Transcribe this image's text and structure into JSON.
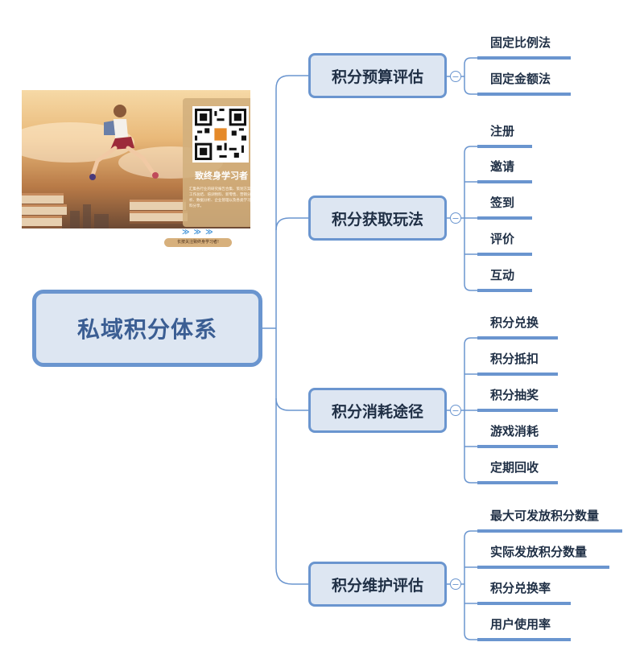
{
  "mindmap": {
    "root": {
      "label": "私域积分体系"
    },
    "branches": [
      {
        "label": "积分预算评估",
        "children": [
          "固定比例法",
          "固定金额法"
        ]
      },
      {
        "label": "积分获取玩法",
        "children": [
          "注册",
          "邀请",
          "签到",
          "评价",
          "互动"
        ]
      },
      {
        "label": "积分消耗途径",
        "children": [
          "积分兑换",
          "积分抵扣",
          "积分抽奖",
          "游戏消耗",
          "定期回收"
        ]
      },
      {
        "label": "积分维护评估",
        "children": [
          "最大可发放积分数量",
          "实际发放积分数量",
          "积分兑换率",
          "用户使用率"
        ]
      }
    ],
    "collapse_symbol": "−"
  },
  "promo": {
    "title": "致终身学习者",
    "description": "汇集各行业的研究报告合集、策划方案、工作总结、培训物料、新零售、营销分析、数据分析、企业管理以及各类学习资料分享。",
    "arrows": "≫ ≫ ≫",
    "button_label": "长按关注致终身学习者!"
  },
  "colors": {
    "accent": "#6a95cf",
    "node_fill": "#dde6f2",
    "root_text": "#3b5e93",
    "text": "#1f2f45"
  }
}
